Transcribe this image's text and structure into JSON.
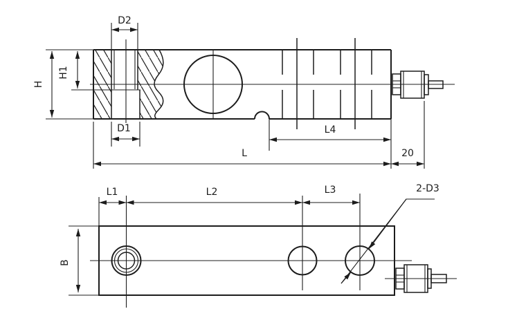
{
  "colors": {
    "line": "#1c1c1c",
    "background": "#ffffff"
  },
  "side_view": {
    "dims": {
      "d2": "D2",
      "h1": "H1",
      "h": "H",
      "d1": "D1",
      "l4": "L4",
      "l": "L",
      "cable_end": "20"
    }
  },
  "plan_view": {
    "dims": {
      "l1": "L1",
      "l2": "L2",
      "l3": "L3",
      "b": "B",
      "holes": "2-D3"
    }
  }
}
